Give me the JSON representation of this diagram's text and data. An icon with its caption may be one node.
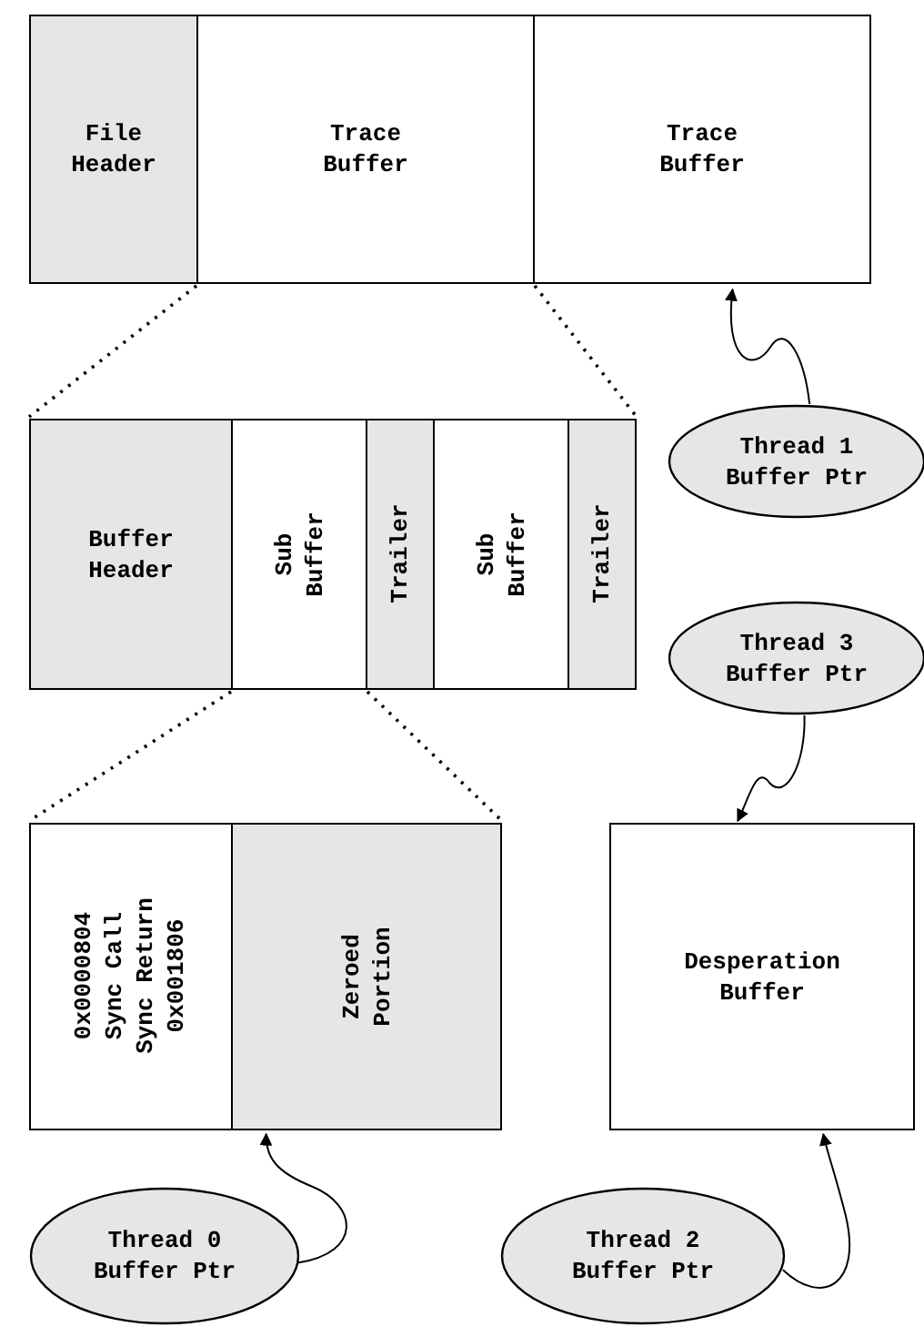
{
  "diagram": {
    "nodes": [
      {
        "text": [
          "File Header"
        ]
      },
      {
        "text": [
          "Trace Buffer"
        ]
      },
      {
        "text": [
          "Trace Buffer"
        ]
      },
      {
        "text": [
          "Thread 1 Buffer Ptr"
        ]
      },
      {
        "text": [
          "Buffer Header"
        ]
      },
      {
        "text": [
          "Sub Buffer"
        ]
      },
      {
        "text": [
          "Trailer"
        ]
      },
      {
        "text": [
          "Sub Buffer"
        ]
      },
      {
        "text": [
          "Trailer"
        ]
      },
      {
        "text": [
          "Thread 3 Buffer Ptr"
        ]
      },
      {
        "text": [
          "0x0000804",
          "Sync Call",
          "Sync Return",
          "0x001806"
        ]
      },
      {
        "text": [
          "Zeroed Portion"
        ]
      },
      {
        "text": [
          "Desperation Buffer"
        ]
      },
      {
        "text": [
          "Thread 0 Buffer Ptr"
        ]
      },
      {
        "text": [
          "Thread 2 Buffer Ptr"
        ]
      }
    ],
    "edges": [
      {
        "from": 1,
        "to": 4,
        "arrow": "none",
        "style": "dashed"
      },
      {
        "from": 1,
        "to": 8,
        "arrow": "none",
        "style": "dashed"
      },
      {
        "from": 3,
        "to": 2,
        "arrow": "to"
      },
      {
        "from": 5,
        "to": 10,
        "arrow": "none",
        "style": "dashed"
      },
      {
        "from": 5,
        "to": 11,
        "arrow": "none",
        "style": "dashed"
      },
      {
        "from": 9,
        "to": 12,
        "arrow": "to"
      },
      {
        "from": 13,
        "to": 11,
        "arrow": "to"
      },
      {
        "from": 14,
        "to": 12,
        "arrow": "to"
      }
    ]
  }
}
